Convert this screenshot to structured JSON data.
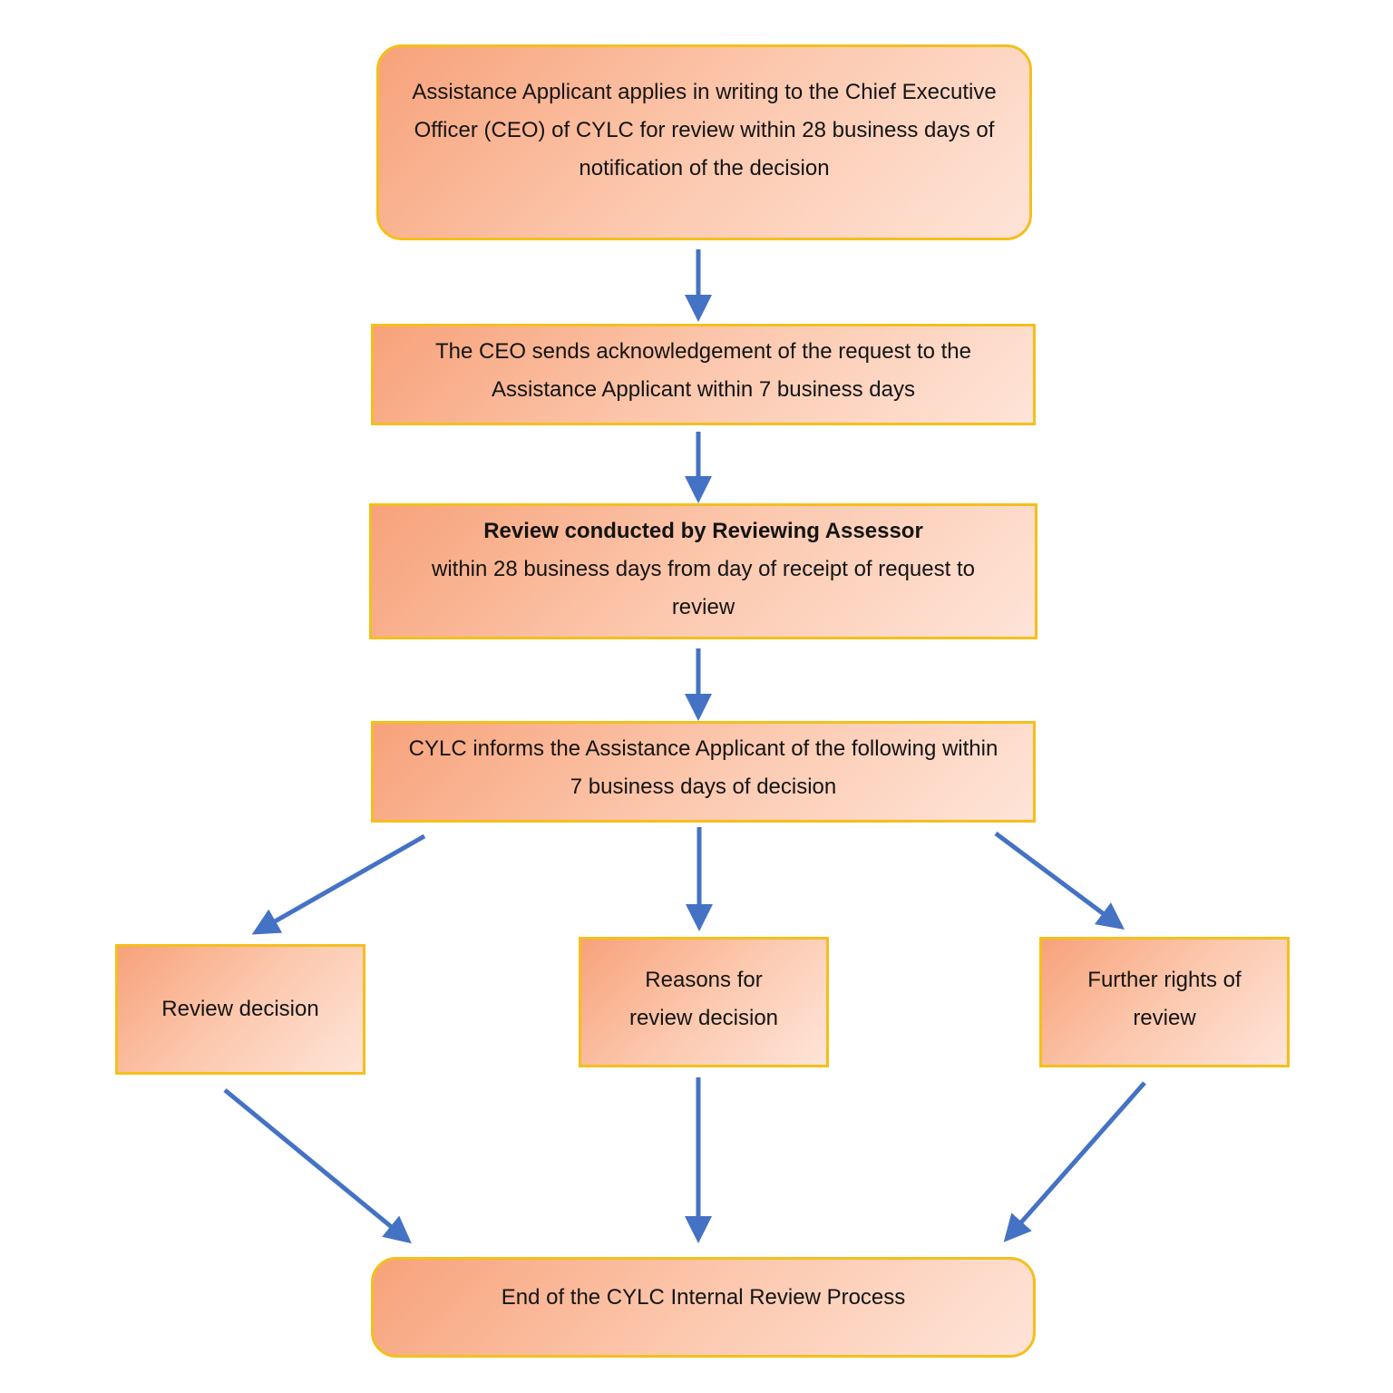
{
  "diagram": {
    "nodes": [
      {
        "id": "apply",
        "text": "Assistance Applicant applies in writing to the Chief Executive Officer (CEO) of CYLC for review within 28 business days of notification of the decision"
      },
      {
        "id": "acknowledge",
        "text": "The CEO sends acknowledgement of the request to the Assistance Applicant within 7 business days"
      },
      {
        "id": "review",
        "title": "Review conducted by Reviewing Assessor",
        "text": "within 28 business days from day of receipt of request to review"
      },
      {
        "id": "inform",
        "text": "CYLC informs the Assistance Applicant of the following within 7 business days of decision"
      },
      {
        "id": "decision",
        "text": "Review decision"
      },
      {
        "id": "reasons",
        "text": "Reasons for review decision"
      },
      {
        "id": "rights",
        "text": "Further rights of review"
      },
      {
        "id": "end",
        "text": "End of the CYLC Internal Review Process"
      }
    ],
    "edges": [
      {
        "from": "apply",
        "to": "acknowledge"
      },
      {
        "from": "acknowledge",
        "to": "review"
      },
      {
        "from": "review",
        "to": "inform"
      },
      {
        "from": "inform",
        "to": "decision"
      },
      {
        "from": "inform",
        "to": "reasons"
      },
      {
        "from": "inform",
        "to": "rights"
      },
      {
        "from": "decision",
        "to": "end"
      },
      {
        "from": "reasons",
        "to": "end"
      },
      {
        "from": "rights",
        "to": "end"
      }
    ]
  },
  "colors": {
    "box_border": "#f4bf1c",
    "box_fill_start": "#f7a27a",
    "box_fill_end": "#fee4d8",
    "arrow": "#4472c4"
  }
}
